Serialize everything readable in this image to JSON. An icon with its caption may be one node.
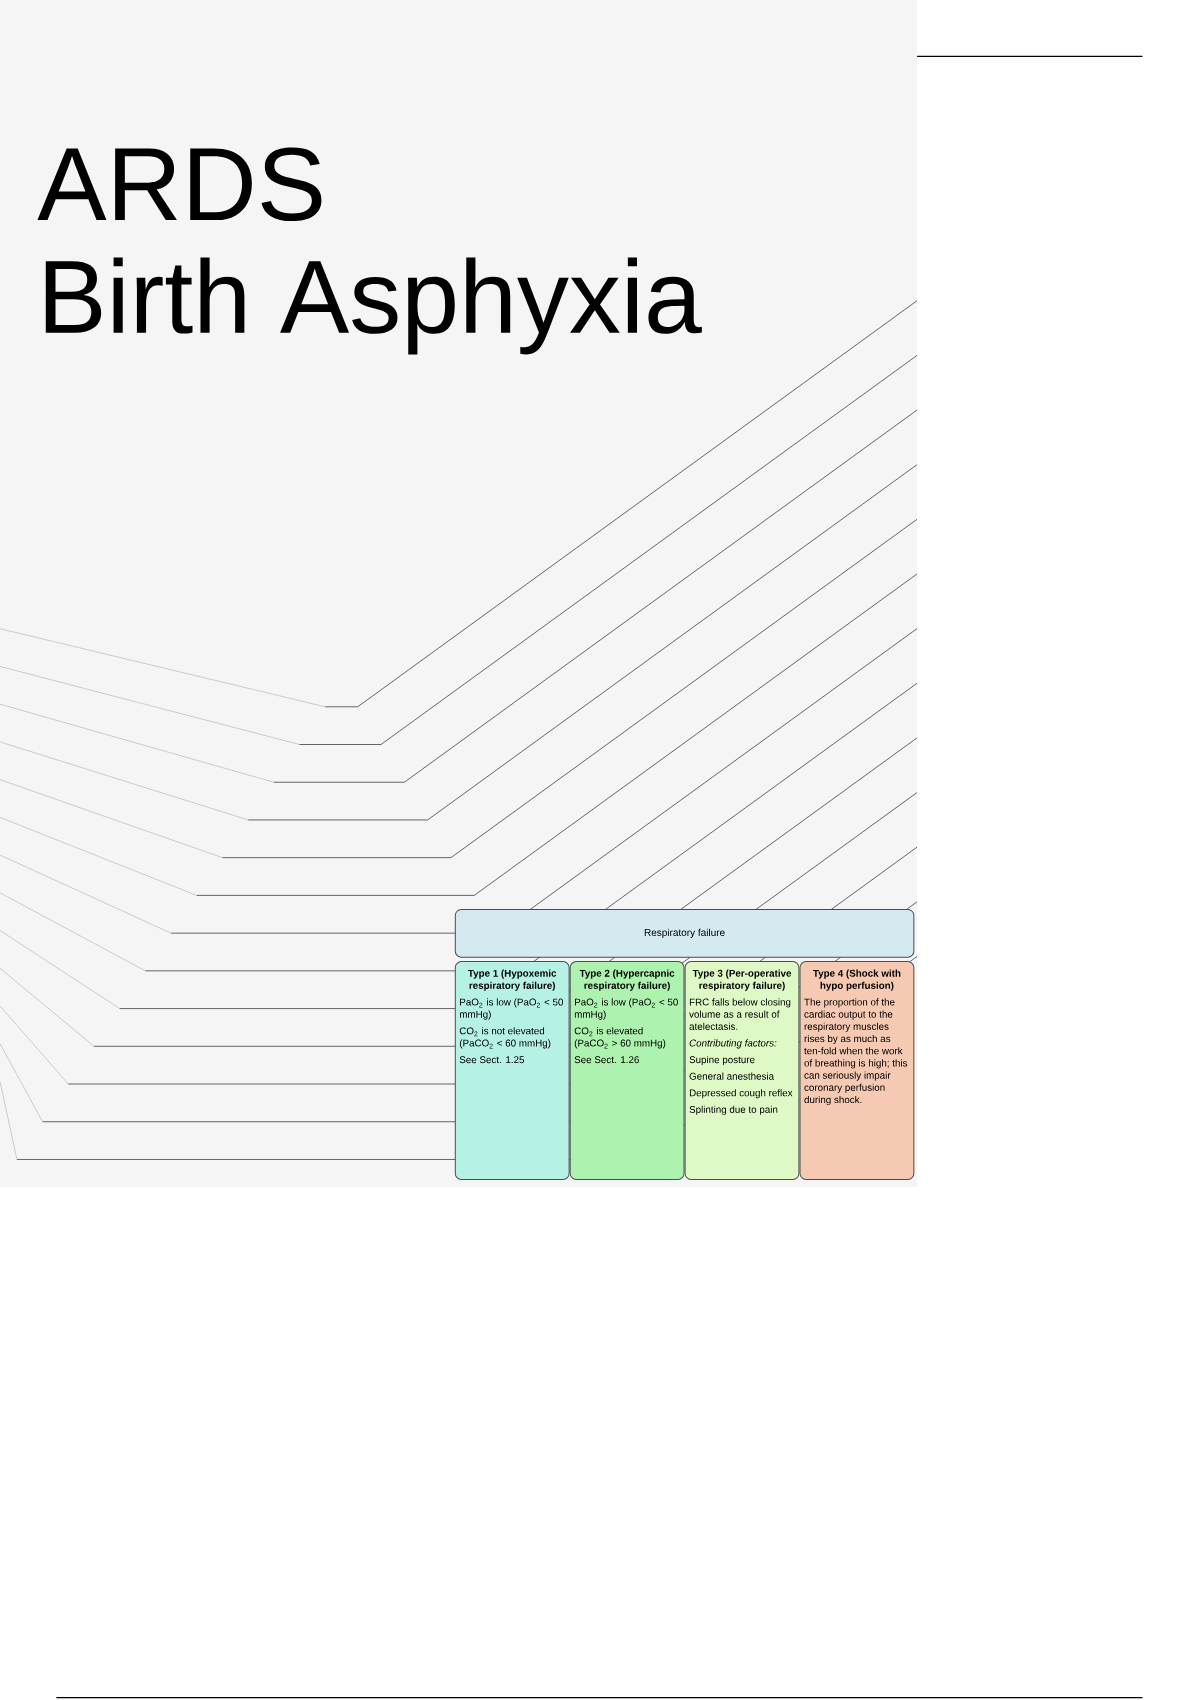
{
  "diagram": {
    "title": "ARDS",
    "labels": [
      "Birth Asphyxia"
    ],
    "nodes": [
      {
        "text": [
          "Respiratory failure"
        ]
      },
      {
        "text": [
          "Type 1 (Hypoxemic respiratory failure)",
          "PaO$_{2}$ is low (PaO$_{2}$ < 50 mmHg)",
          "CO$_{2}$ is not elevated (PaCO$_{2}$ < 60 mmHg)",
          "See Sect. 1.25"
        ]
      },
      {
        "text": [
          "Type 2 (Hypercapnic respiratory failure)",
          "PaO$_{2}$ is low (PaO$_{2}$ < 50 mmHg)",
          "CO$_{2}$ is elevated (PaCO$_{2}$ > 60 mmHg)",
          "See Sect. 1.26"
        ]
      },
      {
        "text": [
          "Type 3 (Per-operative respiratory failure)",
          "FRC falls below closing volume as a result of atelectasis.",
          "Contributing factors:",
          "Supine posture",
          "General anesthesia",
          "Depressed cough reflex",
          "Splinting due to pain"
        ]
      },
      {
        "text": [
          "Type 4 (Shock with hypo perfusion)",
          "The proportion of the cardiac output to the respiratory muscles rises by as much as ten-fold when the work of breathing is high; this can seriously impair coronary perfusion during shock."
        ]
      }
    ]
  }
}
